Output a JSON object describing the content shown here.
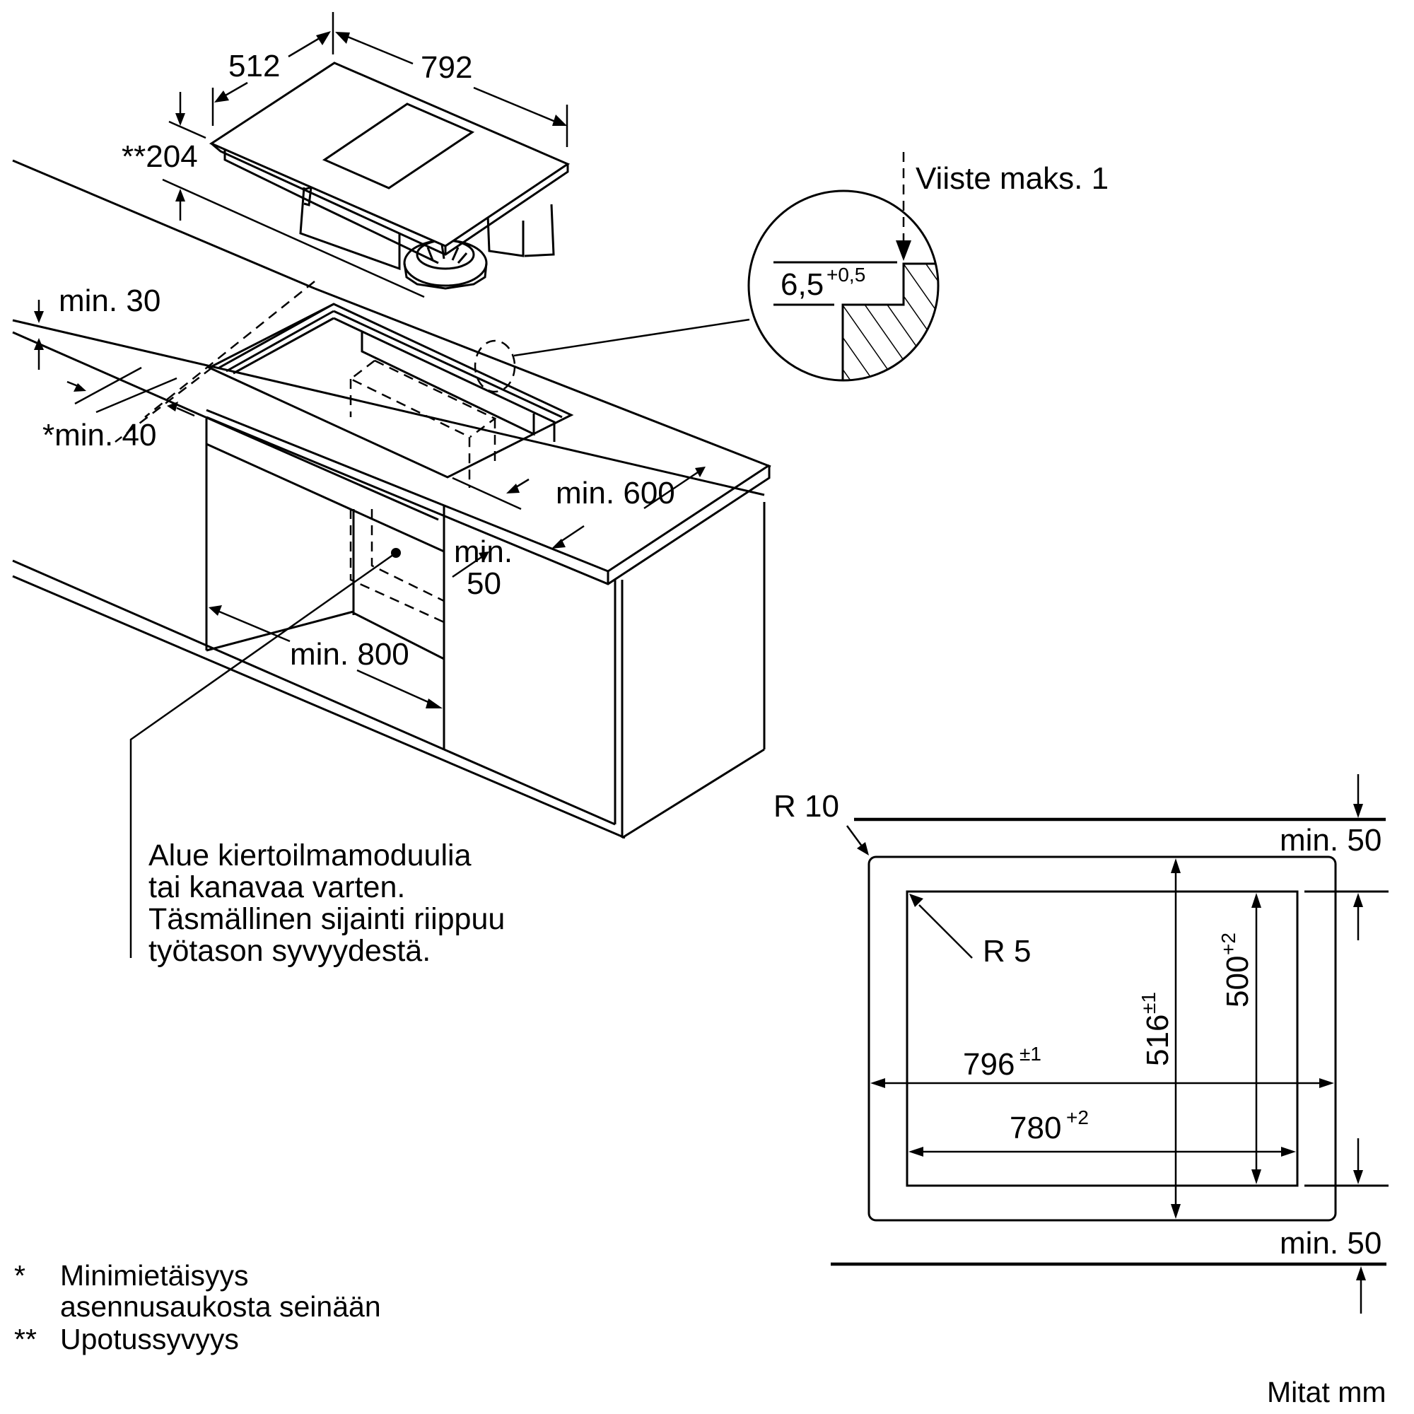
{
  "title": "Installation dimensions — downdraft induction hob (Finnish)",
  "units_label": "Mitat mm",
  "appliance": {
    "depth": "512",
    "width": "792",
    "installation_depth": "**204"
  },
  "worktop": {
    "wall_clearance": "min. 30",
    "rear_distance": "*min. 40",
    "worktop_depth": "min. 600",
    "front_distance_line1": "min.",
    "front_distance_line2": "50",
    "cabinet_width": "min. 800"
  },
  "detail": {
    "chamfer_label": "Viiste maks. 1",
    "recess_value": "6,5",
    "recess_tolerance": "+0,5"
  },
  "area_note": {
    "lines": [
      "Alue kiertoilmamoduulia",
      "tai kanavaa varten.",
      "Täsmällinen sijainti riippuu",
      "työtason syvyydestä."
    ]
  },
  "cutout": {
    "outer_radius": "R 10",
    "inner_radius": "R 5",
    "outer_width": "796",
    "outer_width_tol": "±1",
    "inner_width": "780",
    "inner_width_tol": "+2",
    "outer_depth": "516",
    "outer_depth_tol": "±1",
    "inner_depth": "500",
    "inner_depth_tol": "+2",
    "top_clearance": "min. 50",
    "bottom_clearance": "min. 50"
  },
  "footnotes": [
    {
      "mark": "*",
      "lines": [
        "Minimietäisyys",
        "asennusaukosta seinään"
      ]
    },
    {
      "mark": "**",
      "lines": [
        "Upotussyvyys"
      ]
    }
  ]
}
